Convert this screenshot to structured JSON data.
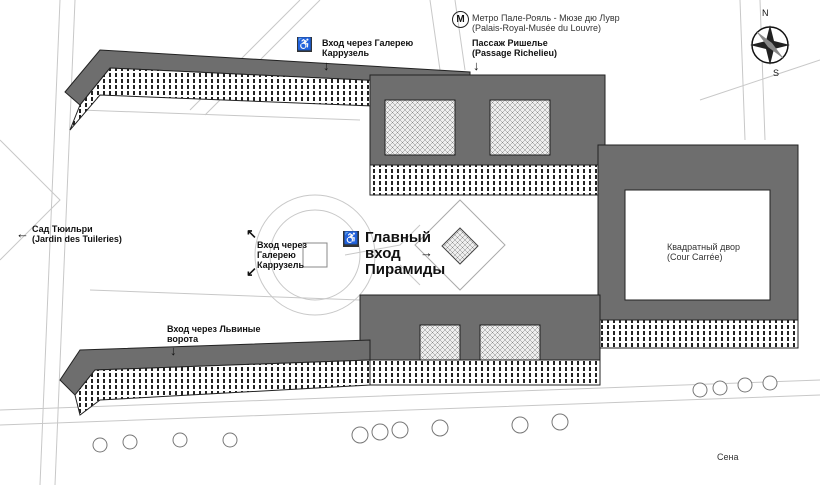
{
  "labels": {
    "metro_line1": "Метро Пале-Рояль - Мюзе дю Лувр",
    "metro_line2": "(Palais-Royal-Musée du Louvre)",
    "metro_icon": "M",
    "richelieu_line1": "Пассаж Ришелье",
    "richelieu_line2": "(Passage Richelieu)",
    "carrousel_north_line1": "Вход через Галерею",
    "carrousel_north_line2": "Каррузель",
    "tuileries_line1": "Сад Тюильри",
    "tuileries_line2": "(Jardin des Tuileries)",
    "carrousel_west_line1": "Вход через",
    "carrousel_west_line2": "Галерею",
    "carrousel_west_line3": "Каррузель",
    "main_line1": "Главный",
    "main_line2": "вход",
    "main_line3": "Пирамиды",
    "lions_line1": "Вход через Львиные",
    "lions_line2": "ворота",
    "cour_line1": "Квадратный двор",
    "cour_line2": "(Cour Carrée)",
    "seine": "Сена",
    "compass_n": "N",
    "compass_s": "S"
  },
  "icons": {
    "wheelchair": "♿",
    "arrow_down": "↓",
    "arrow_left": "←",
    "arrow_right": "→",
    "arrow_upleft": "↖",
    "arrow_downleft": "↙"
  },
  "colors": {
    "roof": "#6e6e6e",
    "facade": "#222222",
    "line": "#bbbbbb"
  }
}
